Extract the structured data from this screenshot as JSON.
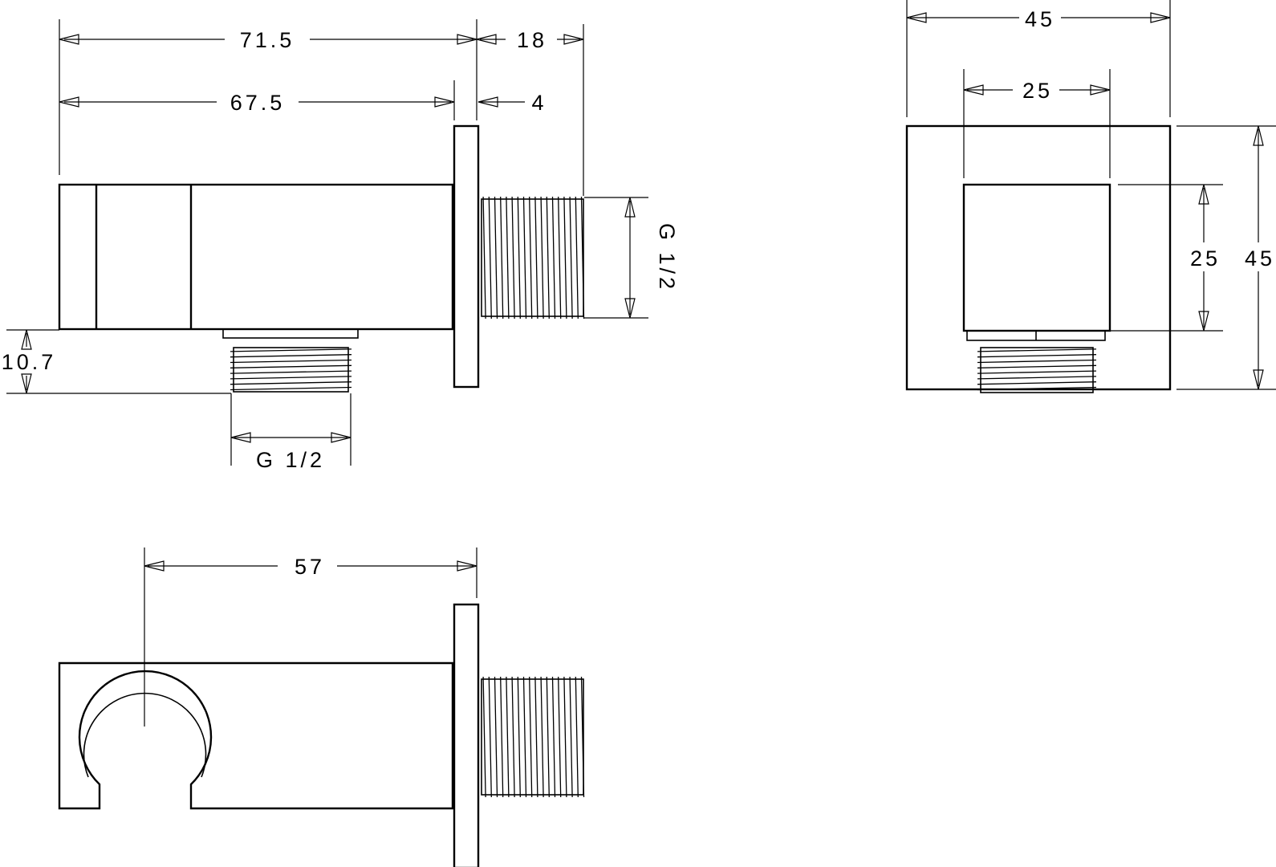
{
  "dimensions": {
    "overall_length": "71.5",
    "outlet_length": "18",
    "body_length": "67.5",
    "flange_thickness": "4",
    "outlet_thread_side": "G 1/2",
    "bottom_offset": "10.7",
    "inlet_thread_bottom": "G 1/2",
    "holder_axis_distance": "57",
    "front_overall_width": "45",
    "front_body_width": "25",
    "front_body_height": "25",
    "front_overall_height": "45"
  }
}
